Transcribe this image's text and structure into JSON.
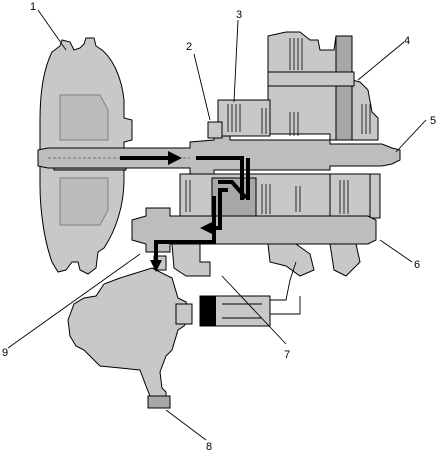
{
  "diagram": {
    "callouts": [
      {
        "id": "1",
        "label": "1"
      },
      {
        "id": "2",
        "label": "2"
      },
      {
        "id": "3",
        "label": "3"
      },
      {
        "id": "4",
        "label": "4"
      },
      {
        "id": "5",
        "label": "5"
      },
      {
        "id": "6",
        "label": "6"
      },
      {
        "id": "7",
        "label": "7"
      },
      {
        "id": "8",
        "label": "8"
      },
      {
        "id": "9",
        "label": "9"
      }
    ],
    "colors": {
      "body": "#c8c8c8",
      "dark": "#a8a8a8",
      "line": "#000000",
      "background": "#ffffff"
    }
  }
}
